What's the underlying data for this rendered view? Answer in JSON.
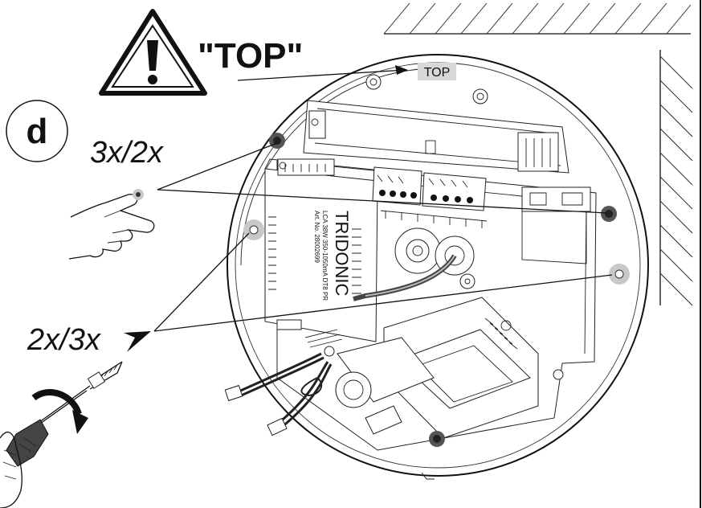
{
  "step_label": "d",
  "warning_text": "\"TOP\"",
  "top_marker": "TOP",
  "press_count": "3x/2x",
  "screw_count": "2x/3x",
  "brand_label": "TRIDONIC",
  "device_info": [
    "LCA 38W 350-1050mA DT8 PR",
    "Art. No. 28002699"
  ],
  "colors": {
    "line": "#111111",
    "screw_dark": "#555555",
    "screw_light": "#c8c8c8",
    "top_badge": "#d8d8d8"
  },
  "icons": [
    "warning-triangle-icon",
    "hand-pointing-icon",
    "screwdriver-icon",
    "rotate-arrow-icon"
  ]
}
